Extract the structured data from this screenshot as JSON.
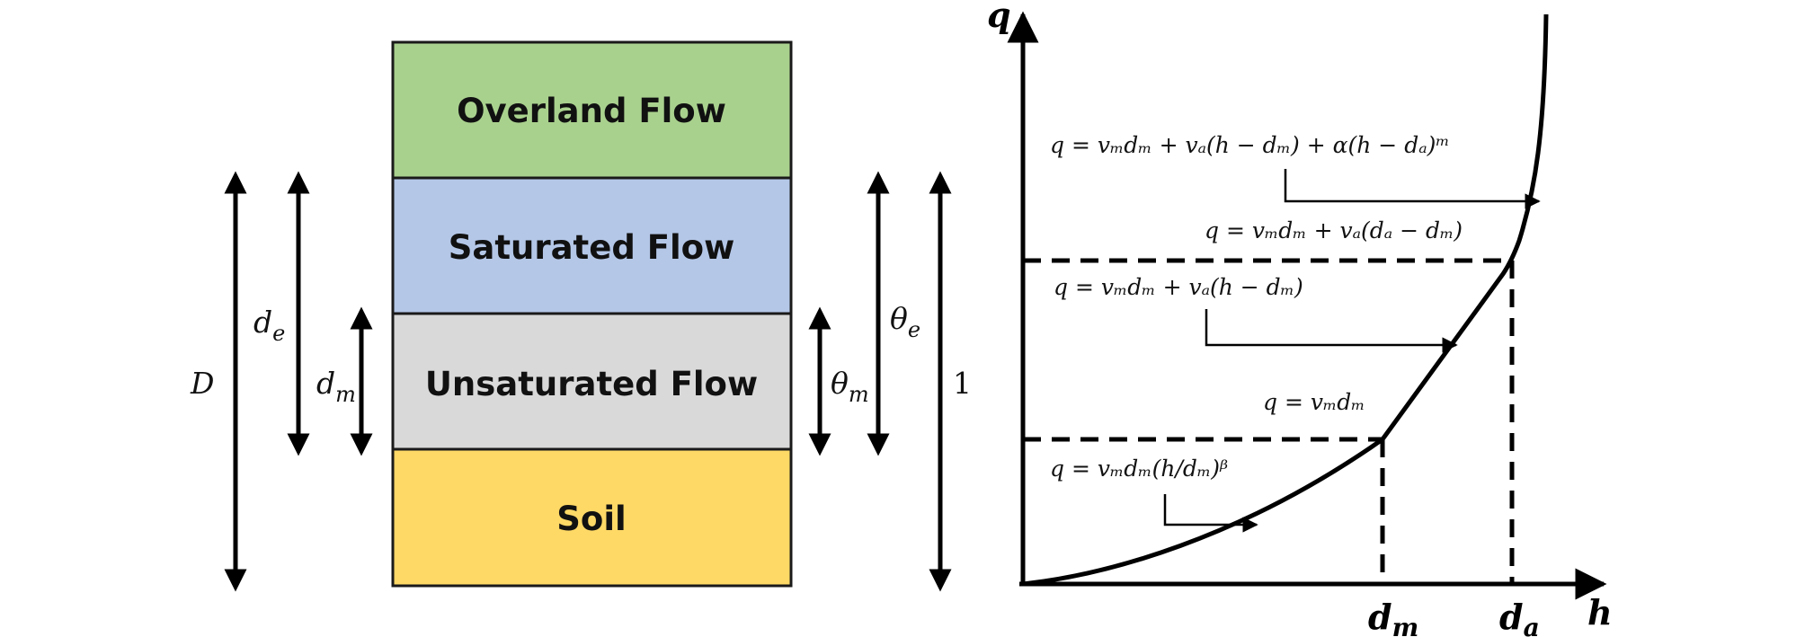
{
  "layers": [
    {
      "label": "Overland Flow",
      "color": "#a9d18e"
    },
    {
      "label": "Saturated Flow",
      "color": "#b4c7e7"
    },
    {
      "label": "Unsaturated Flow",
      "color": "#d9d9d9"
    },
    {
      "label": "Soil",
      "color": "#ffd966"
    }
  ],
  "depth_labels": {
    "D": "D",
    "de": "d",
    "de_sub": "e",
    "dm": "d",
    "dm_sub": "m",
    "theta_m": "θ",
    "theta_m_sub": "m",
    "theta_e": "θ",
    "theta_e_sub": "e",
    "one": "1"
  },
  "graph": {
    "y_axis": "q",
    "x_axis": "h",
    "tick_dm": "d",
    "tick_dm_sub": "m",
    "tick_da": "d",
    "tick_da_sub": "a"
  },
  "equations": {
    "top": "q = vₘdₘ + vₐ(h − dₘ) + α(h − dₐ)ᵐ",
    "knee_upper": "q = vₘdₘ + vₐ(dₐ − dₘ)",
    "linear": "q = vₘdₘ + vₐ(h − dₘ)",
    "knee_lower": "q = vₘdₘ",
    "power": "q = vₘdₘ(h/dₘ)ᵝ"
  }
}
